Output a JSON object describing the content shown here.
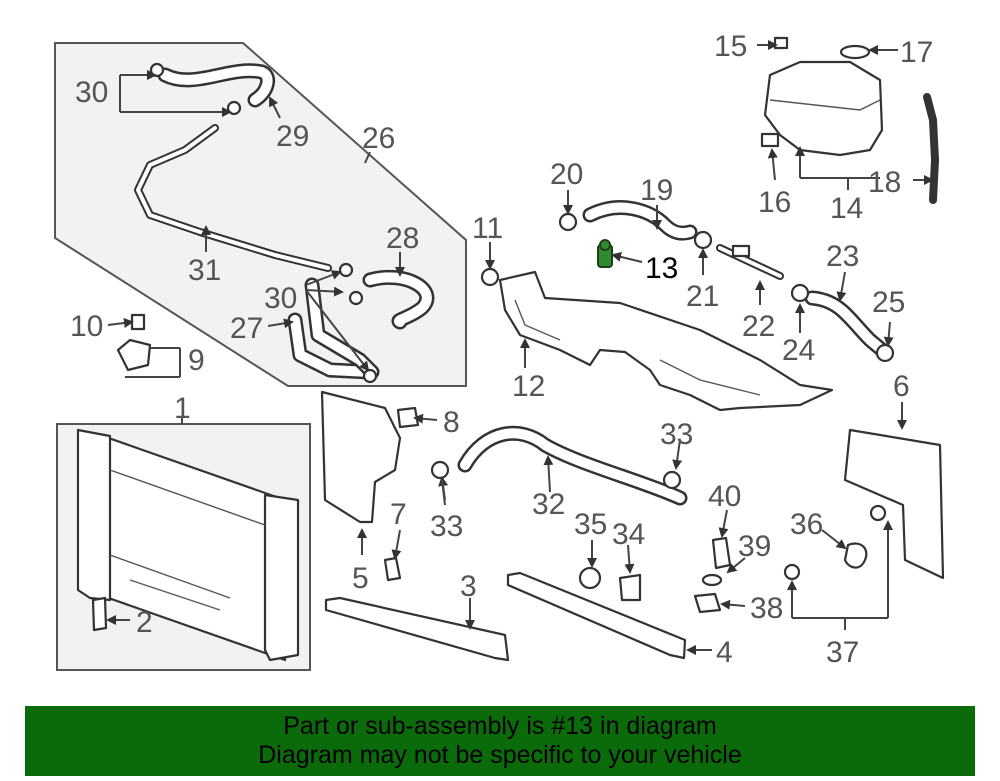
{
  "labels": {
    "p1": "1",
    "p2": "2",
    "p3": "3",
    "p4": "4",
    "p5": "5",
    "p6": "6",
    "p7": "7",
    "p8": "8",
    "p9": "9",
    "p10": "10",
    "p11": "11",
    "p12": "12",
    "p13": "13",
    "p14": "14",
    "p15": "15",
    "p16": "16",
    "p17": "17",
    "p18": "18",
    "p19": "19",
    "p20": "20",
    "p21": "21",
    "p22": "22",
    "p23": "23",
    "p24": "24",
    "p25": "25",
    "p26": "26",
    "p27": "27",
    "p28": "28",
    "p29": "29",
    "p30a": "30",
    "p30b": "30",
    "p31": "31",
    "p32": "32",
    "p33a": "33",
    "p33b": "33",
    "p34": "34",
    "p35": "35",
    "p36": "36",
    "p37": "37",
    "p38": "38",
    "p39": "39",
    "p40": "40"
  },
  "highlight": {
    "part": "13",
    "color": "#2e8b2e"
  },
  "banner": {
    "line1": "Part or sub-assembly is #13 in diagram",
    "line2": "Diagram may not be specific to your vehicle",
    "background": "#0b6b0b"
  }
}
